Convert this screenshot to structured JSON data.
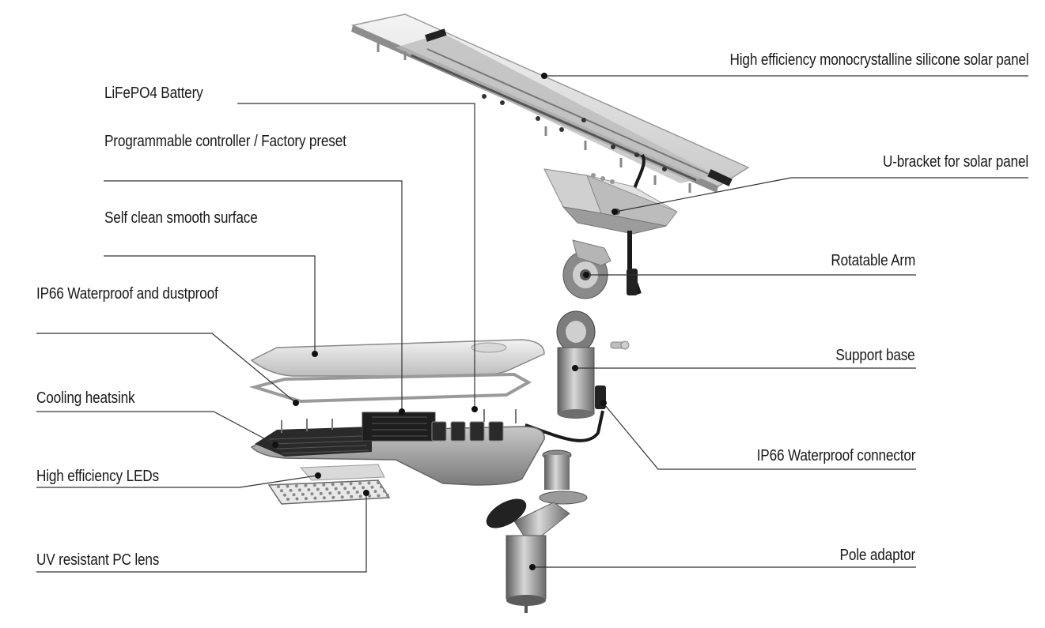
{
  "labels": {
    "solar_panel": "High efficiency monocrystalline silicone solar panel",
    "battery": "LiFePO4 Battery",
    "controller": "Programmable controller / Factory preset",
    "u_bracket": "U-bracket for solar panel",
    "self_clean": "Self clean smooth surface",
    "rotatable_arm": "Rotatable Arm",
    "ip66_housing": "IP66 Waterproof and dustproof",
    "support_base": "Support base",
    "cooling_heatsink": "Cooling heatsink",
    "ip66_connector": "IP66 Waterproof connector",
    "leds": "High efficiency LEDs",
    "pole_adaptor": "Pole adaptor",
    "pc_lens": "UV resistant PC lens"
  },
  "colors": {
    "text": "#1a1a1a",
    "leader_line": "#333333",
    "metal_light": "#e6e6e6",
    "metal_dark": "#6e6e6e",
    "heatsink_black": "#222222"
  }
}
